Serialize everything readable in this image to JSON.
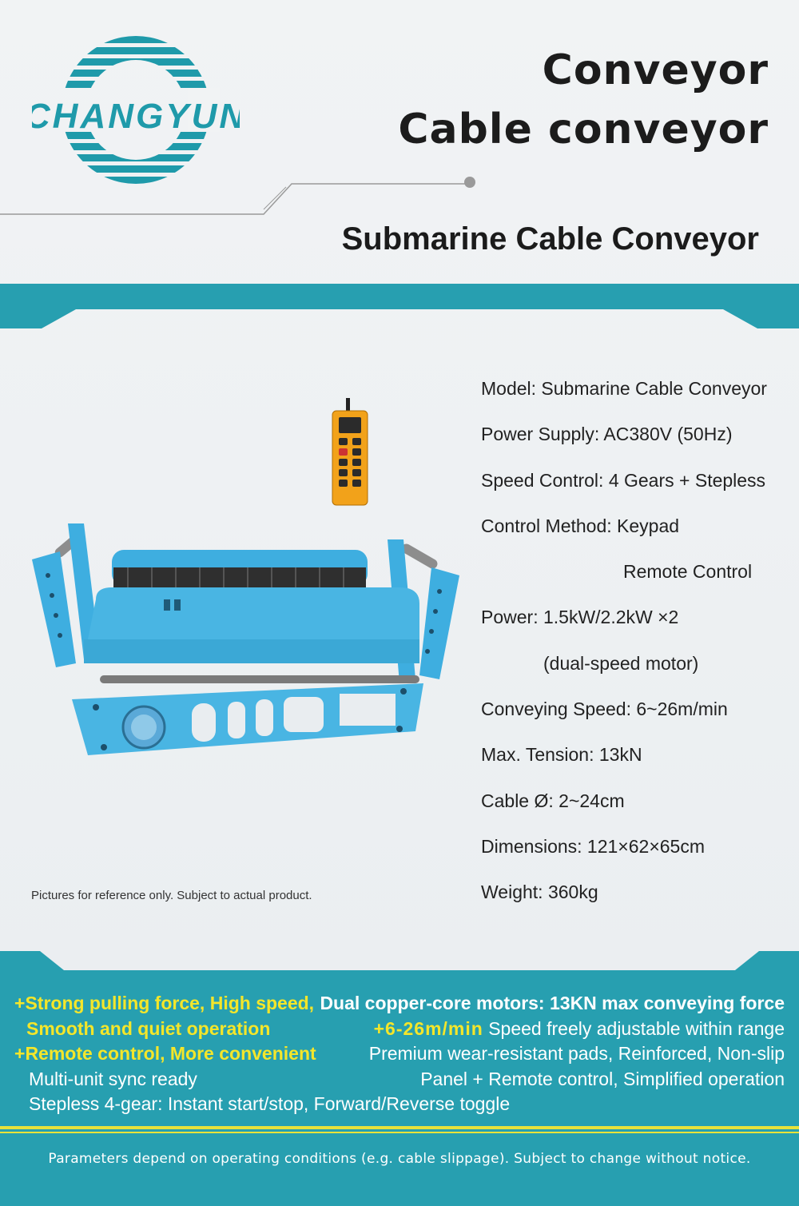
{
  "brand": {
    "logo_text": "CHANGYUN",
    "color_teal": "#1f9aaa"
  },
  "header": {
    "title_line1": "Conveyor",
    "title_line2": "Cable conveyor",
    "subtitle": "Submarine Cable Conveyor"
  },
  "image": {
    "disclaimer": "Pictures for reference only. Subject to actual product.",
    "remote_icon": "remote-control-icon",
    "machine_icon": "cable-conveyor-machine-icon"
  },
  "specs": [
    "Model: Submarine Cable Conveyor",
    "Power Supply: AC380V (50Hz)",
    "Speed Control: 4 Gears + Stepless",
    "Control Method: Keypad",
    "Remote Control",
    "Power: 1.5kW/2.2kW ×2",
    "(dual-speed motor)",
    "Conveying Speed: 6~26m/min",
    "Max. Tension: 13kN",
    "Cable Ø: 2~24cm",
    "Dimensions: 121×62×65cm",
    "Weight: 360kg"
  ],
  "features": {
    "left": [
      {
        "plus": "+",
        "text": "Strong pulling force, High speed,"
      },
      {
        "plus": "",
        "text": "Smooth and quiet operation"
      },
      {
        "plus": "+",
        "text": "Remote control, More convenient"
      },
      {
        "plus": "",
        "text": "Multi-unit sync ready"
      }
    ],
    "right": {
      "line1": "Dual copper-core motors: 13KN max conveying force",
      "line2_highlight": "+6-26m/min",
      "line2_rest": " Speed freely adjustable within range",
      "line3": "Premium wear-resistant pads, Reinforced, Non-slip",
      "line4": "Panel + Remote control, Simplified operation"
    },
    "bottom": "Stepless 4-gear: Instant start/stop, Forward/Reverse toggle"
  },
  "footer": {
    "note": "Parameters depend on operating conditions (e.g. cable slippage). Subject to change without notice."
  }
}
